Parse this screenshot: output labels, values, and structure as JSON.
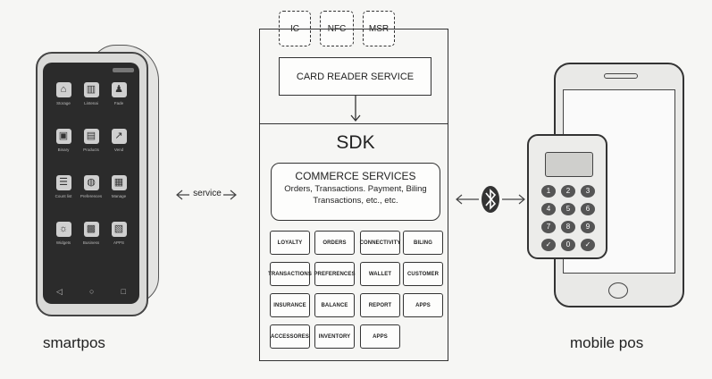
{
  "readers": [
    "IC",
    "NFC",
    "MSR"
  ],
  "card_reader_service": "CARD READER SERVICE",
  "sdk_title": "SDK",
  "commerce": {
    "title": "COMMERCE SERVICES",
    "line1": "Orders, Transactions. Payment, Biling",
    "line2": "Transactions, etc., etc."
  },
  "modules": [
    [
      "LOYALTY",
      "ORDERS",
      "CONNECTIVITY",
      "BILING"
    ],
    [
      "TRANSACTIONS",
      "PREFERENCES",
      "WALLET",
      "CUSTOMER"
    ],
    [
      "INSURANCE",
      "BALANCE",
      "REPORT",
      "APPS"
    ],
    [
      "ACCESSORES",
      "INVENTORY",
      "APPS"
    ]
  ],
  "service_label": "service",
  "left_caption": "smartpos",
  "right_caption": "mobile pos",
  "keypad": [
    "1",
    "2",
    "3",
    "4",
    "5",
    "6",
    "7",
    "8",
    "9",
    "✓",
    "0",
    "✓"
  ],
  "app_labels": [
    "Storage",
    "Lintenai",
    "Fade",
    "Binary",
    "Products",
    "Vend",
    "Count list",
    "Preferences",
    "Manage",
    "Widgets",
    "Business",
    "APPS"
  ],
  "bluetooth_icon": "bluetooth-icon"
}
